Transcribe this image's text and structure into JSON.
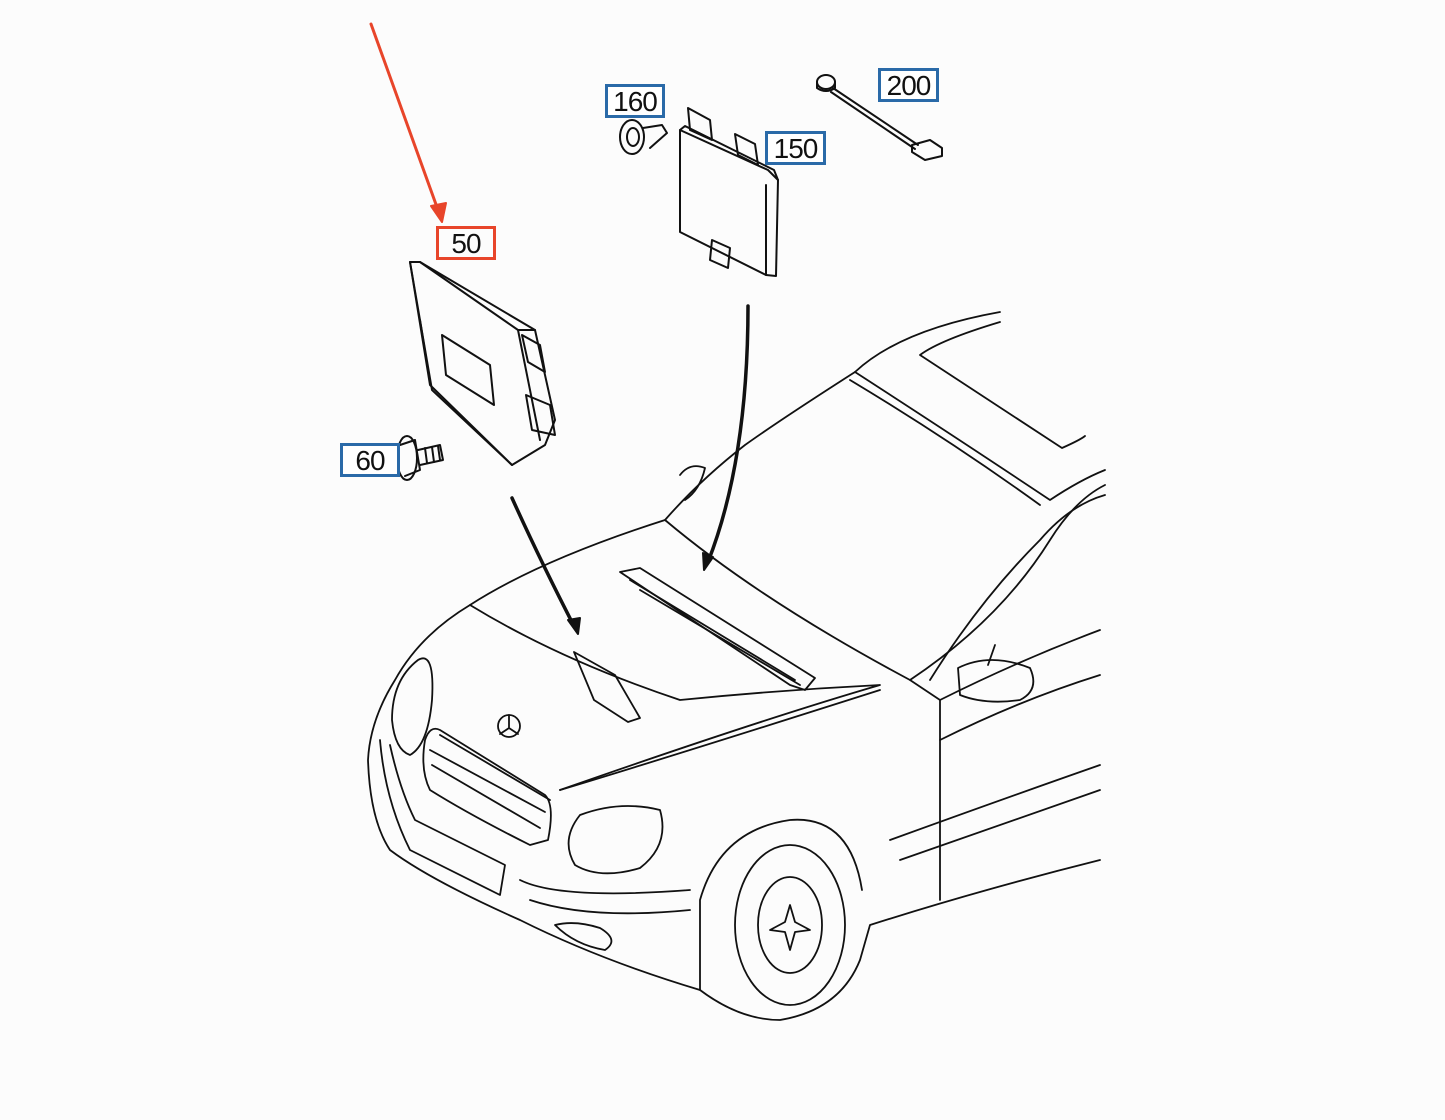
{
  "callouts": [
    {
      "id": "50",
      "label": "50",
      "highlighted": true
    },
    {
      "id": "60",
      "label": "60",
      "highlighted": false
    },
    {
      "id": "150",
      "label": "150",
      "highlighted": false
    },
    {
      "id": "160",
      "label": "160",
      "highlighted": false
    },
    {
      "id": "200",
      "label": "200",
      "highlighted": false
    }
  ],
  "colors": {
    "highlight": "#e8452a",
    "callout_border": "#2a6aa8",
    "line": "#111111"
  }
}
